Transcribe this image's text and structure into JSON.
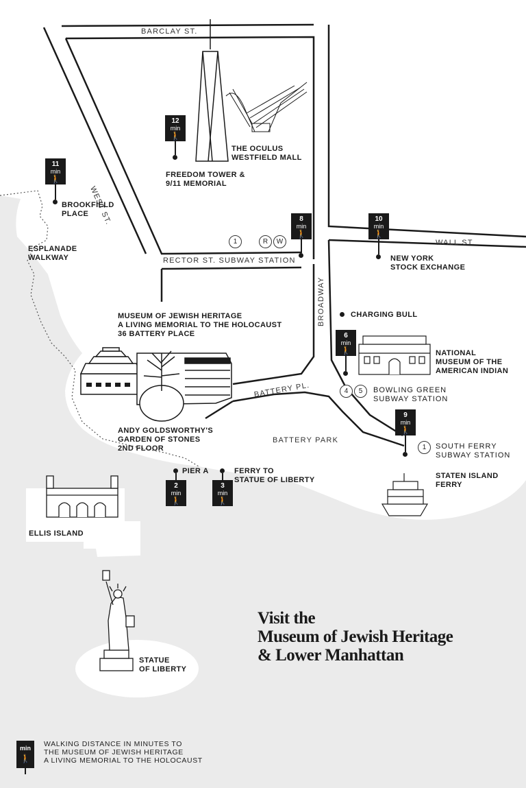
{
  "title": {
    "line1": "Visit the",
    "line2": "Museum of Jewish Heritage",
    "line3": "& Lower Manhattan"
  },
  "streets": {
    "barclay": "BARCLAY ST.",
    "west": "WEST ST.",
    "rector": "RECTOR ST. SUBWAY STATION",
    "broadway": "BROADWAY",
    "wall": "WALL ST.",
    "battery_pl": "BATTERY PL.",
    "battery_park": "BATTERY PARK"
  },
  "places": {
    "freedom_tower": "FREEDOM TOWER &\n9/11 MEMORIAL",
    "oculus": "THE OCULUS\nWESTFIELD MALL",
    "brookfield": "BROOKFIELD\nPLACE",
    "esplanade": "ESPLANADE\nWALKWAY",
    "nyse": "NEW YORK\nSTOCK EXCHANGE",
    "charging_bull": "CHARGING BULL",
    "museum": "MUSEUM OF JEWISH HERITAGE\nA LIVING MEMORIAL TO THE HOLOCAUST\n36 BATTERY PLACE",
    "nmai": "NATIONAL\nMUSEUM OF THE\nAMERICAN INDIAN",
    "bowling_green": "BOWLING GREEN\nSUBWAY STATION",
    "south_ferry": "SOUTH FERRY\nSUBWAY STATION",
    "garden": "ANDY GOLDSWORTHY'S\nGARDEN OF STONES\n2ND FLOOR",
    "pier_a": "PIER A",
    "ferry_liberty": "FERRY TO\nSTATUE OF LIBERTY",
    "staten": "STATEN ISLAND\nFERRY",
    "ellis": "ELLIS ISLAND",
    "liberty": "STATUE\nOF LIBERTY"
  },
  "subway_lines": {
    "rector_1": "1",
    "rector_r": "R",
    "rector_w": "W",
    "bowling_4": "4",
    "bowling_5": "5",
    "south_ferry_1": "1"
  },
  "walk_times": {
    "unit": "min",
    "walk_icon": "walking-person-icon",
    "freedom_tower": "12",
    "brookfield": "11",
    "rector": "8",
    "nyse": "10",
    "nmai": "6",
    "south_ferry": "9",
    "pier_a": "2",
    "ferry": "3"
  },
  "legend": {
    "unit": "min",
    "text": "WALKING DISTANCE IN MINUTES TO\nTHE MUSEUM OF JEWISH HERITAGE\nA LIVING MEMORIAL TO THE HOLOCAUST"
  },
  "colors": {
    "water": "#ebebeb",
    "land": "#ffffff",
    "ink": "#1a1a1a"
  }
}
